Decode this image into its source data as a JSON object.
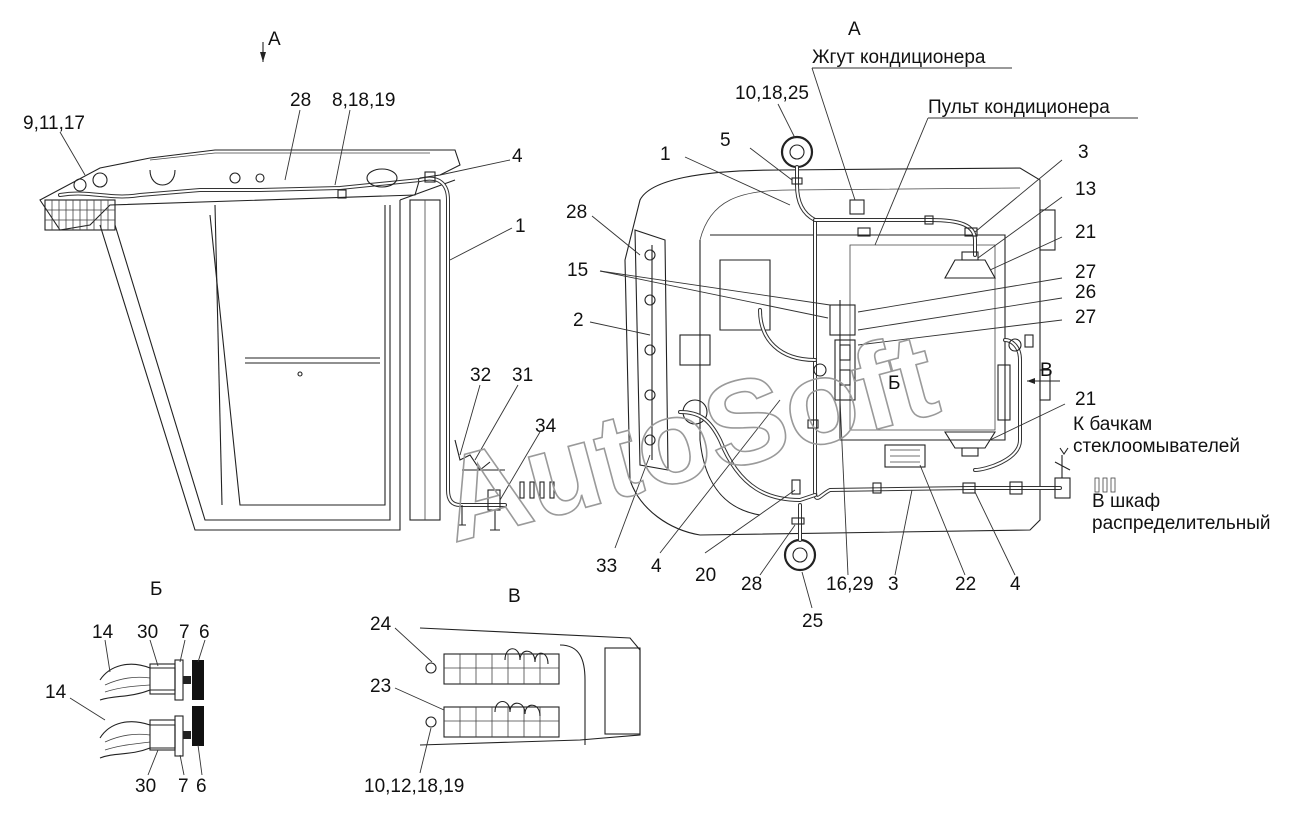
{
  "views": {
    "main_left_arrow": "А",
    "main_right_title": "А",
    "view_b": "Б",
    "view_v": "В",
    "view_b_marker": "Б",
    "view_v_marker": "В"
  },
  "labels": {
    "l_9_11_17": "9,11,17",
    "l_28_left": "28",
    "l_8_18_19": "8,18,19",
    "l_4_left": "4",
    "l_1_left": "1",
    "l_32": "32",
    "l_31": "31",
    "l_34": "34",
    "l_10_18_25": "10,18,25",
    "l_5": "5",
    "l_1_right": "1",
    "l_28_right": "28",
    "l_15": "15",
    "l_2": "2",
    "l_3_top": "3",
    "l_13": "13",
    "l_21_top": "21",
    "l_27_a": "27",
    "l_26": "26",
    "l_27_b": "27",
    "l_21_bottom": "21",
    "l_33": "33",
    "l_4_bottom": "4",
    "l_20": "20",
    "l_28_bottom": "28",
    "l_16_29": "16,29",
    "l_3_bottom": "3",
    "l_22": "22",
    "l_4_right": "4",
    "l_25": "25",
    "l_14_a": "14",
    "l_30_a": "30",
    "l_7_a": "7",
    "l_6_a": "6",
    "l_14_b": "14",
    "l_30_b": "30",
    "l_7_b": "7",
    "l_6_b": "6",
    "l_24": "24",
    "l_23": "23",
    "l_10_12_18_19": "10,12,18,19"
  },
  "annotations": {
    "ac_harness": "Жгут кондиционера",
    "ac_panel": "Пульт кондиционера",
    "washer_1": "К бачкам",
    "washer_2": "стеклоомывателей",
    "cabinet_1": "В шкаф",
    "cabinet_2": "распределительный"
  },
  "watermark": "AutoSoft"
}
